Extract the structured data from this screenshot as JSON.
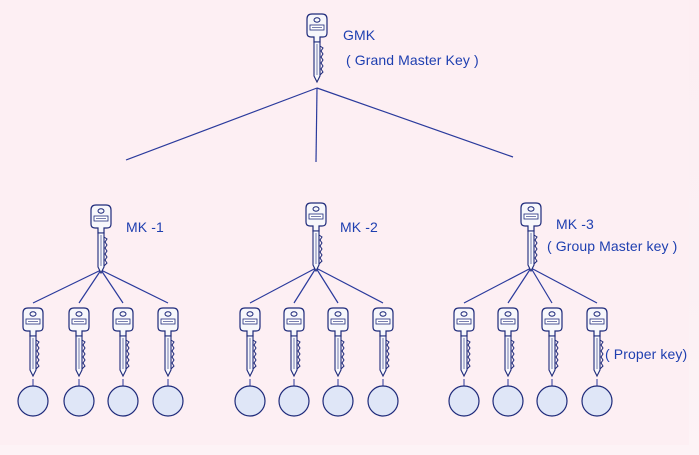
{
  "diagram": {
    "accent_color": "#1e3fb0",
    "line_color": "#2a3a9c",
    "root": {
      "name": "GMK",
      "caption": "( Grand Master  Key )"
    },
    "masters": [
      {
        "name": "MK -1",
        "caption": ""
      },
      {
        "name": "MK -2",
        "caption": ""
      },
      {
        "name": "MK -3",
        "caption": "( Group Master key )"
      }
    ],
    "proper_caption": "( Proper  key)",
    "icons": {
      "key": "key-icon",
      "lock": "lock-icon"
    }
  }
}
